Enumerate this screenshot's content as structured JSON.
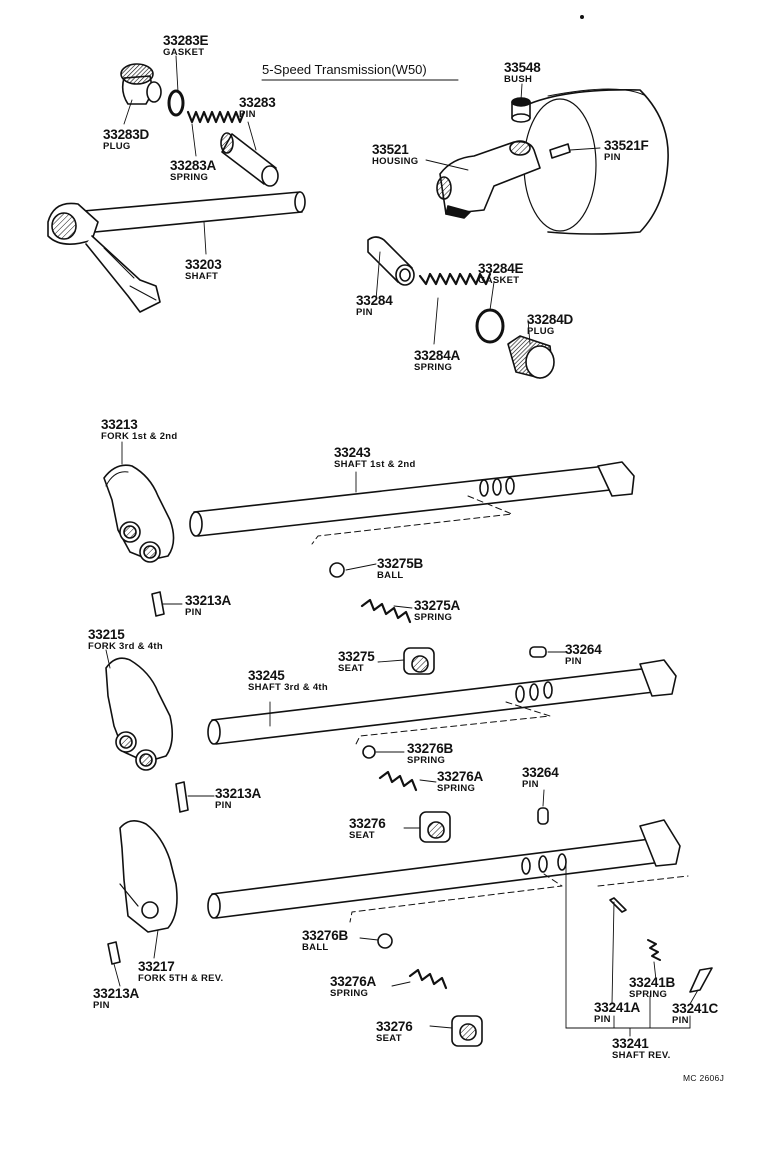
{
  "title": "5-Speed Transmission(W50)",
  "code": "MC 2606J",
  "labels": [
    {
      "id": "33283E",
      "num": "33283E",
      "name": "GASKET"
    },
    {
      "id": "33283D",
      "num": "33283D",
      "name": "PLUG"
    },
    {
      "id": "33283A",
      "num": "33283A",
      "name": "SPRING"
    },
    {
      "id": "33283",
      "num": "33283",
      "name": "PIN"
    },
    {
      "id": "33203",
      "num": "33203",
      "name": "SHAFT"
    },
    {
      "id": "33548",
      "num": "33548",
      "name": "BUSH"
    },
    {
      "id": "33521",
      "num": "33521",
      "name": "HOUSING"
    },
    {
      "id": "33521F",
      "num": "33521F",
      "name": "PIN"
    },
    {
      "id": "33284E",
      "num": "33284E",
      "name": "GASKET"
    },
    {
      "id": "33284",
      "num": "33284",
      "name": "PIN"
    },
    {
      "id": "33284D",
      "num": "33284D",
      "name": "PLUG"
    },
    {
      "id": "33284A",
      "num": "33284A",
      "name": "SPRING"
    },
    {
      "id": "33213",
      "num": "33213",
      "name": "FORK 1st & 2nd"
    },
    {
      "id": "33243",
      "num": "33243",
      "name": "SHAFT  1st & 2nd"
    },
    {
      "id": "33275B",
      "num": "33275B",
      "name": "BALL"
    },
    {
      "id": "33213A-1",
      "num": "33213A",
      "name": "PIN"
    },
    {
      "id": "33275A",
      "num": "33275A",
      "name": "SPRING"
    },
    {
      "id": "33215",
      "num": "33215",
      "name": "FORK 3rd & 4th"
    },
    {
      "id": "33275",
      "num": "33275",
      "name": "SEAT"
    },
    {
      "id": "33264-1",
      "num": "33264",
      "name": "PIN"
    },
    {
      "id": "33245",
      "num": "33245",
      "name": "SHAFT  3rd & 4th"
    },
    {
      "id": "33276B-1",
      "num": "33276B",
      "name": "SPRING"
    },
    {
      "id": "33276A-1",
      "num": "33276A",
      "name": "SPRING"
    },
    {
      "id": "33213A-2",
      "num": "33213A",
      "name": "PIN"
    },
    {
      "id": "33264-2",
      "num": "33264",
      "name": "PIN"
    },
    {
      "id": "33276-1",
      "num": "33276",
      "name": "SEAT"
    },
    {
      "id": "33276B-2",
      "num": "33276B",
      "name": "BALL"
    },
    {
      "id": "33217",
      "num": "33217",
      "name": "FORK 5TH & REV."
    },
    {
      "id": "33213A-3",
      "num": "33213A",
      "name": "PIN"
    },
    {
      "id": "33276A-2",
      "num": "33276A",
      "name": "SPRING"
    },
    {
      "id": "33241B",
      "num": "33241B",
      "name": "SPRING"
    },
    {
      "id": "33241A",
      "num": "33241A",
      "name": "PIN"
    },
    {
      "id": "33241C",
      "num": "33241C",
      "name": "PIN"
    },
    {
      "id": "33276-2",
      "num": "33276",
      "name": "SEAT"
    },
    {
      "id": "33241",
      "num": "33241",
      "name": "SHAFT REV."
    }
  ]
}
